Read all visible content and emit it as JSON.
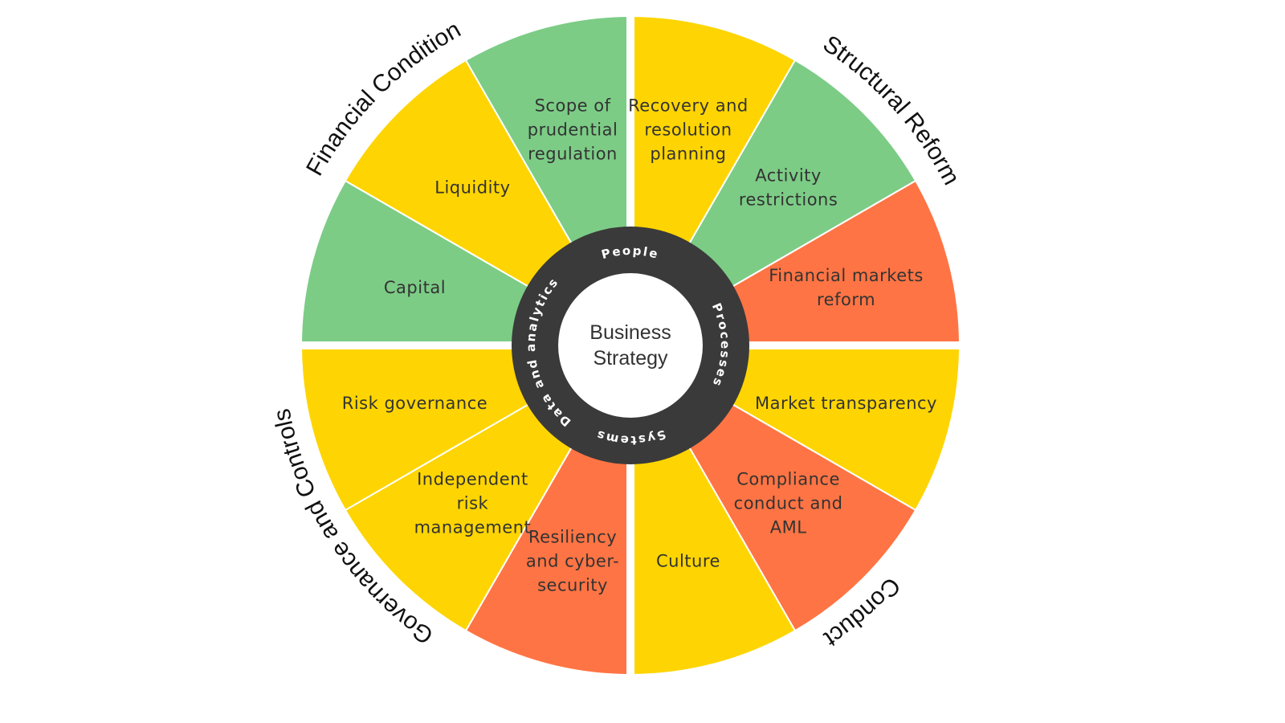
{
  "colors": {
    "green": "#7ccc86",
    "yellow": "#fed502",
    "orange": "#ff7444",
    "ring": "#3a3a3a",
    "center": "#ffffff"
  },
  "center": {
    "lines": [
      "Business",
      "Strategy"
    ]
  },
  "ring": {
    "labels": [
      "People",
      "Processes",
      "Systems",
      "Data and analytics"
    ]
  },
  "quadrants": [
    {
      "name": "Financial Condition"
    },
    {
      "name": "Structural Reform"
    },
    {
      "name": "Conduct"
    },
    {
      "name": "Governance and Controls"
    }
  ],
  "segments": [
    {
      "lines": [
        "Recovery and",
        "resolution",
        "planning"
      ],
      "color": "yellow"
    },
    {
      "lines": [
        "Activity",
        "restrictions"
      ],
      "color": "green"
    },
    {
      "lines": [
        "Financial  markets",
        "reform"
      ],
      "color": "orange"
    },
    {
      "lines": [
        "Market transparency"
      ],
      "color": "yellow"
    },
    {
      "lines": [
        "Compliance",
        "conduct and",
        "AML"
      ],
      "color": "orange"
    },
    {
      "lines": [
        "Culture"
      ],
      "color": "yellow"
    },
    {
      "lines": [
        "Resiliency",
        "and cyber-",
        "security"
      ],
      "color": "orange"
    },
    {
      "lines": [
        "Independent",
        "risk",
        "management"
      ],
      "color": "yellow"
    },
    {
      "lines": [
        "Risk governance"
      ],
      "color": "yellow"
    },
    {
      "lines": [
        "Capital"
      ],
      "color": "green"
    },
    {
      "lines": [
        "Liquidity"
      ],
      "color": "yellow"
    },
    {
      "lines": [
        "Scope of",
        "prudential",
        "regulation"
      ],
      "color": "green"
    }
  ]
}
